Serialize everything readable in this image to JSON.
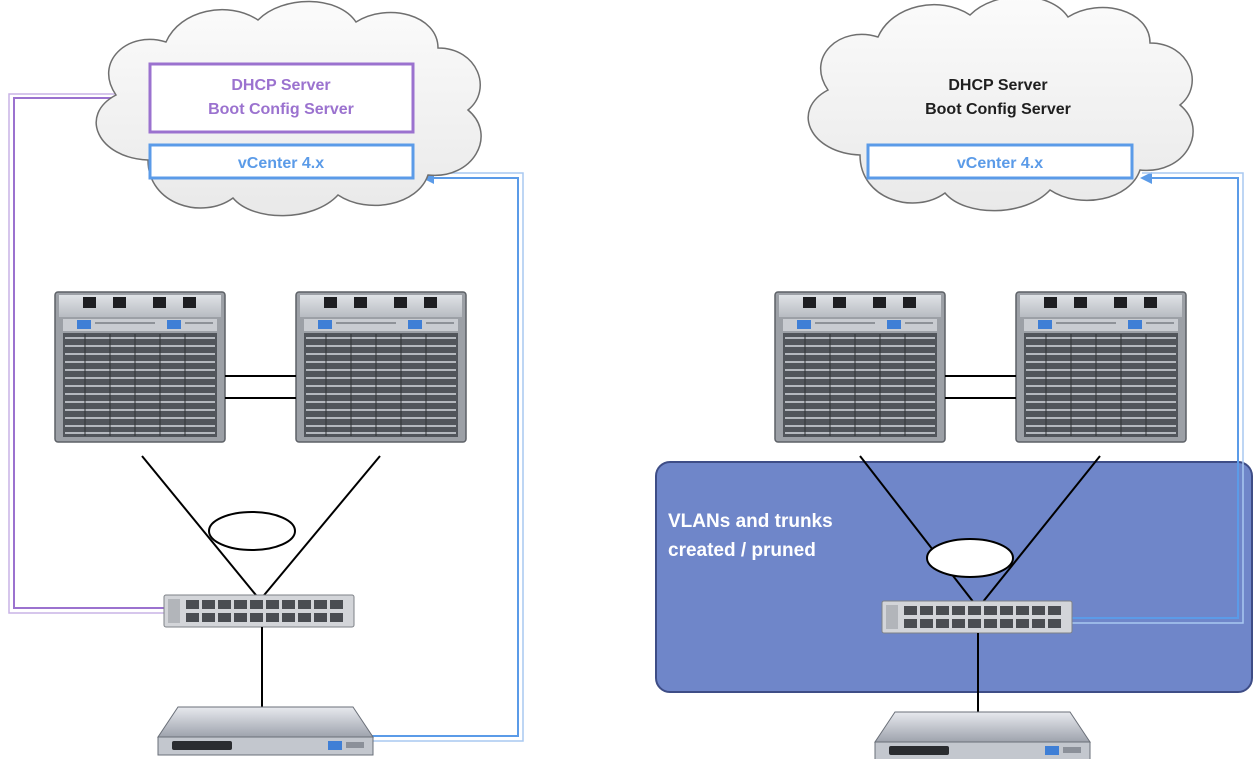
{
  "colors": {
    "purple": "#9b72cf",
    "blue": "#5b9be8",
    "vlan_fill": "#6f86c9",
    "vlan_border": "#3e4d86",
    "cloud_fill": "#f4f4f4",
    "chassis_body": "#8a8e94"
  },
  "left": {
    "cloud": {
      "dhcp_label": "DHCP Server",
      "boot_label": "Boot Config Server",
      "vcenter_label": "vCenter 4.x"
    }
  },
  "right": {
    "cloud": {
      "dhcp_label": "DHCP Server",
      "boot_label": "Boot Config Server",
      "vcenter_label": "vCenter 4.x"
    },
    "vlan_note": {
      "line1": "VLANs and trunks",
      "line2": "created / pruned"
    }
  },
  "icons": {
    "cloud": "cloud-icon",
    "chassis": "modular-switch-chassis-icon",
    "access_switch": "access-switch-icon",
    "host": "server-host-icon"
  }
}
